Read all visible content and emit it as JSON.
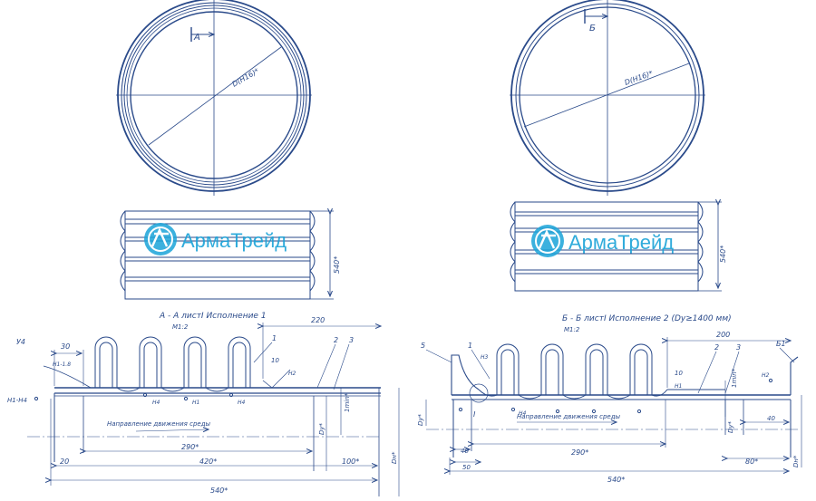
{
  "colors": {
    "ink": "#2a4a8a",
    "watermark": "#1aa3d8",
    "paper": "#ffffff"
  },
  "watermark": {
    "brand": "АрмаТрейд",
    "logo": "AT-logo"
  },
  "views": {
    "circle_left": {
      "section_mark": "А",
      "diameter_label": "D(H16)*"
    },
    "circle_right": {
      "section_mark": "Б",
      "diameter_label": "D(H16)*"
    },
    "side_left": {
      "height_dim": "540*"
    },
    "side_right": {
      "height_dim": "540*"
    }
  },
  "section_left": {
    "title": "А - А листI  Исполнение 1",
    "scale": "М1:2",
    "dims": {
      "d30": "30",
      "d220": "220",
      "d290": "290*",
      "d420": "420*",
      "d540": "540*",
      "d20": "20",
      "d100": "100*",
      "d10": "10",
      "d1": "1min*",
      "dpy": "Dy*",
      "dn": "Dн*"
    },
    "labels": {
      "p1": "1",
      "p2": "2",
      "p3": "3",
      "u4": "У4",
      "n_left": "Н1-Н4",
      "n_left2": "Н1-1.8",
      "weld_n1": "Н1",
      "weld_n2": "Н2",
      "weld_n4": "Н4",
      "n4": "Н4"
    },
    "flow": "Направление движения среды"
  },
  "section_right": {
    "title": "Б - Б листI  Исполнение 2 (Dу≥1400 мм)",
    "scale": "М1:2",
    "dims": {
      "d200": "200",
      "d290": "290*",
      "d540": "540*",
      "d10": "10",
      "d40a": "40",
      "d40b": "40",
      "d50": "50",
      "d80": "80*",
      "d1": "1min*",
      "dpy": "Dу*",
      "dn": "Dн*",
      "dr": "Dу*"
    },
    "labels": {
      "p1": "1",
      "p2": "2",
      "p3": "3",
      "p5": "5",
      "p6": "Б1",
      "m1": "I",
      "weld_n1": "Н1",
      "weld_n2": "Н2",
      "weld_n3": "Н3",
      "weld_n4": "Н4"
    },
    "flow": "Направление движения среды"
  }
}
